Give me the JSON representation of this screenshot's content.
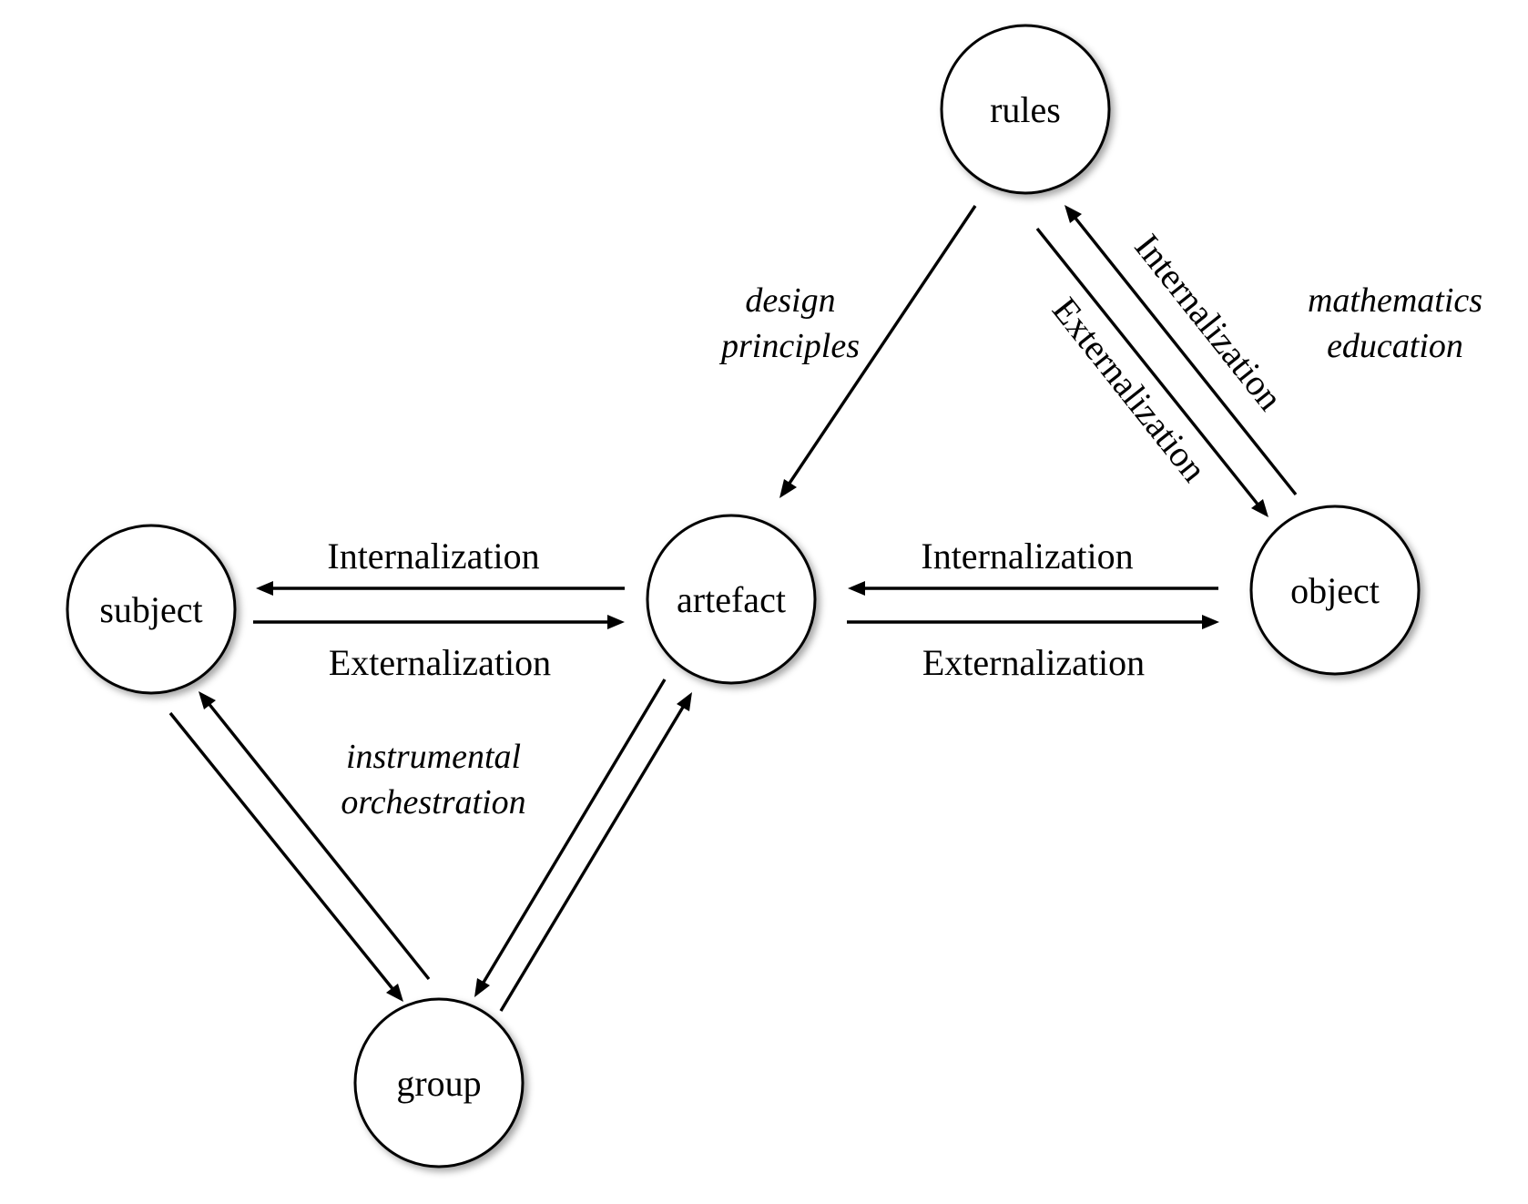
{
  "nodes": {
    "rules": "rules",
    "subject": "subject",
    "artefact": "artefact",
    "object": "object",
    "group": "group"
  },
  "edge_labels": {
    "subject_artefact_internalization": "Internalization",
    "subject_artefact_externalization": "Externalization",
    "artefact_object_internalization": "Internalization",
    "artefact_object_externalization": "Externalization",
    "rules_object_internalization": "Internalization",
    "rules_object_externalization": "Externalization"
  },
  "annotations": {
    "design_principles": [
      "design",
      "principles"
    ],
    "mathematics_education": [
      "mathematics",
      "education"
    ],
    "instrumental_orchestration": [
      "instrumental",
      "orchestration"
    ]
  },
  "colors": {
    "stroke": "#000000",
    "fill": "#ffffff",
    "background": "#ffffff"
  }
}
